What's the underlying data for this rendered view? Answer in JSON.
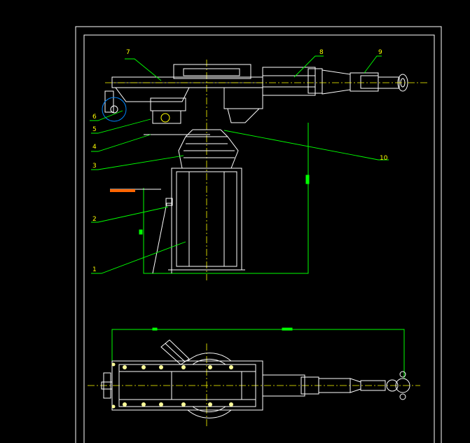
{
  "drawing": {
    "balloons": [
      "1",
      "2",
      "3",
      "4",
      "5",
      "6",
      "7",
      "8",
      "9",
      "10"
    ]
  },
  "colors": {
    "background": "#000000",
    "frame": "#ffffff",
    "leader": "#00ff00",
    "label": "#ffff00",
    "centerline": "#ffff00",
    "hatch": "#ff6600"
  }
}
